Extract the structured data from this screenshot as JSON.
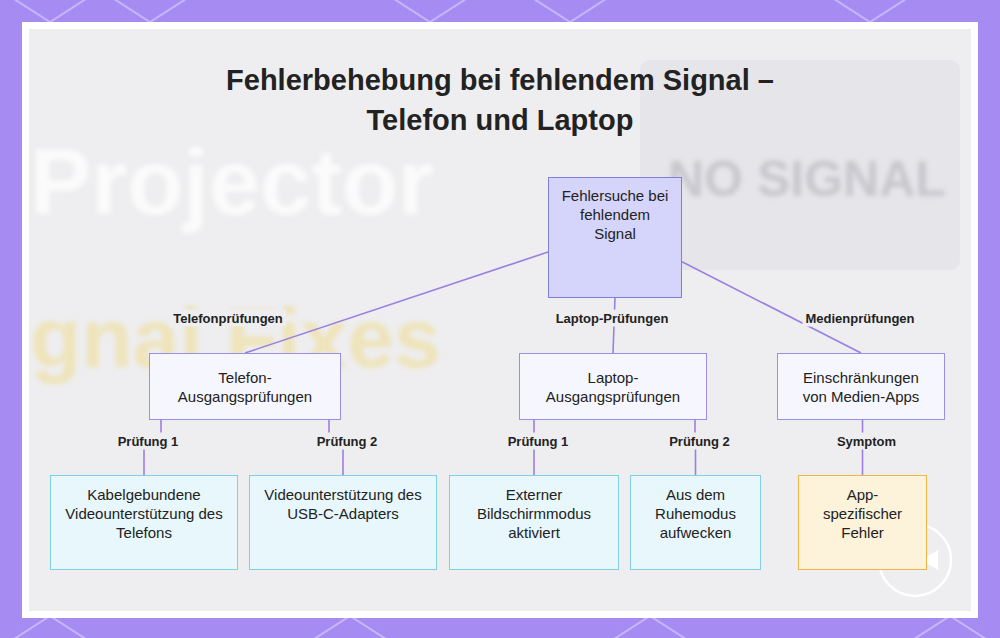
{
  "diagram": {
    "title": "Fehlerbehebung bei fehlendem Signal – Telefon und Laptop",
    "nodes": [
      {
        "text": [
          "Fehlersuche bei fehlendem Signal"
        ]
      },
      {
        "text": [
          "Telefon-Ausgangsprüfungen"
        ]
      },
      {
        "text": [
          "Laptop-Ausgangsprüfungen"
        ]
      },
      {
        "text": [
          "Einschränkungen von Medien-Apps"
        ]
      },
      {
        "text": [
          "Kabelgebundene Videounterstützung des Telefons"
        ]
      },
      {
        "text": [
          "Videounterstützung des USB-C-Adapters"
        ]
      },
      {
        "text": [
          "Externer Bildschirmmodus aktiviert"
        ]
      },
      {
        "text": [
          "Aus dem Ruhemodus aufwecken"
        ]
      },
      {
        "text": [
          "App-spezifischer Fehler"
        ]
      }
    ],
    "edges": [
      {
        "from": 0,
        "to": 1,
        "label": "Telefonprüfungen",
        "arrow": "none"
      },
      {
        "from": 0,
        "to": 2,
        "label": "Laptop-Prüfungen",
        "arrow": "none"
      },
      {
        "from": 0,
        "to": 3,
        "label": "Medienprüfungen",
        "arrow": "none"
      },
      {
        "from": 1,
        "to": 4,
        "label": "Prüfung 1",
        "arrow": "none"
      },
      {
        "from": 1,
        "to": 5,
        "label": "Prüfung 2",
        "arrow": "none"
      },
      {
        "from": 2,
        "to": 6,
        "label": "Prüfung 1",
        "arrow": "none"
      },
      {
        "from": 2,
        "to": 7,
        "label": "Prüfung 2",
        "arrow": "none"
      },
      {
        "from": 3,
        "to": 8,
        "label": "Symptom",
        "arrow": "none"
      }
    ],
    "labels": [
      "Projector",
      "gnal Fixes",
      "NO SIGNAL"
    ]
  }
}
